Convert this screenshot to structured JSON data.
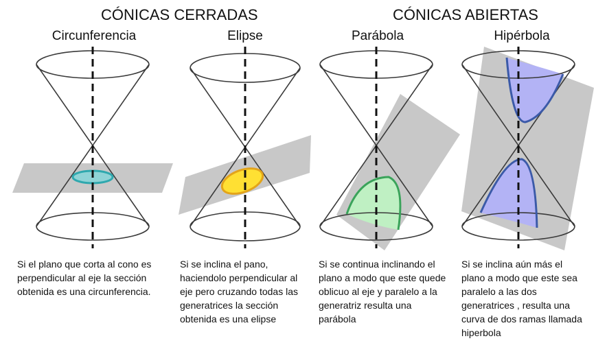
{
  "headers": {
    "closed": "CÓNICAS CERRADAS",
    "open": "CÓNICAS ABIERTAS"
  },
  "panels": [
    {
      "name": "Circunferencia",
      "description": "Si el plano que corta al cono  es\nperpendicular al eje la sección\nobtenida es una circunferencia.",
      "section_color": "#5bbfc4"
    },
    {
      "name": "Elipse",
      "description": "Si se inclina el pano,\nhaciendolo perpendicular al\neje pero cruzando todas las\ngeneratrices la sección\nobtenida es una elipse",
      "section_color": "#ffe033"
    },
    {
      "name": "Parábola",
      "description": "Si se continua inclinando el\nplano a modo que este quede\noblicuo al eje y paralelo a la\ngeneratriz resulta una\nparábola",
      "section_color": "#3aa35a"
    },
    {
      "name": "Hipérbola",
      "description": "Si se inclina aún más el\nplano a modo que este sea\nparalelo a las dos\ngeneratrices , resulta una\ncurva de dos ramas llamada\nhiperbola",
      "section_color": "#3b5aa8"
    }
  ],
  "colors": {
    "plane": "#c8c8c8",
    "cone_line": "#3a3a3a",
    "axis": "#111111"
  }
}
